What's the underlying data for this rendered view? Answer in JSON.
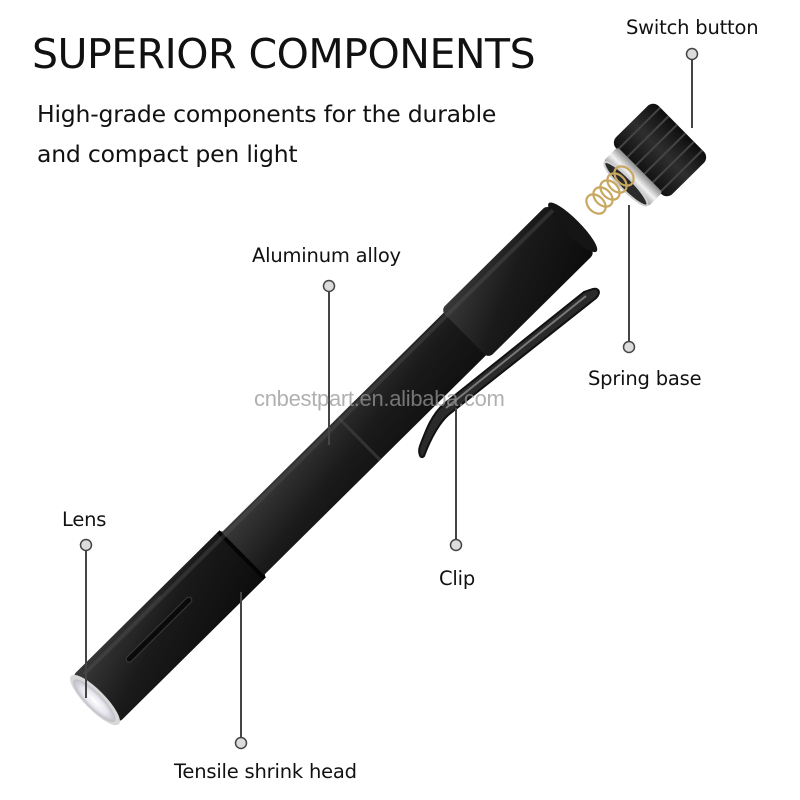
{
  "header": {
    "title": "SUPERIOR COMPONENTS",
    "subtitle": "High-grade components for the durable and compact pen light"
  },
  "callouts": [
    {
      "id": "switch-button",
      "label": "Switch button"
    },
    {
      "id": "spring-base",
      "label": "Spring base"
    },
    {
      "id": "aluminum-alloy",
      "label": "Aluminum alloy"
    },
    {
      "id": "clip",
      "label": "Clip"
    },
    {
      "id": "lens",
      "label": "Lens"
    },
    {
      "id": "tensile-shrink-head",
      "label": "Tensile shrink head"
    }
  ],
  "watermark": "cnbestpart.en.alibaba.com",
  "colors": {
    "body": "#1c1c1c",
    "callout_line": "#444444",
    "callout_dot_fill": "#dcdcdc",
    "spring": "#c8a860"
  }
}
